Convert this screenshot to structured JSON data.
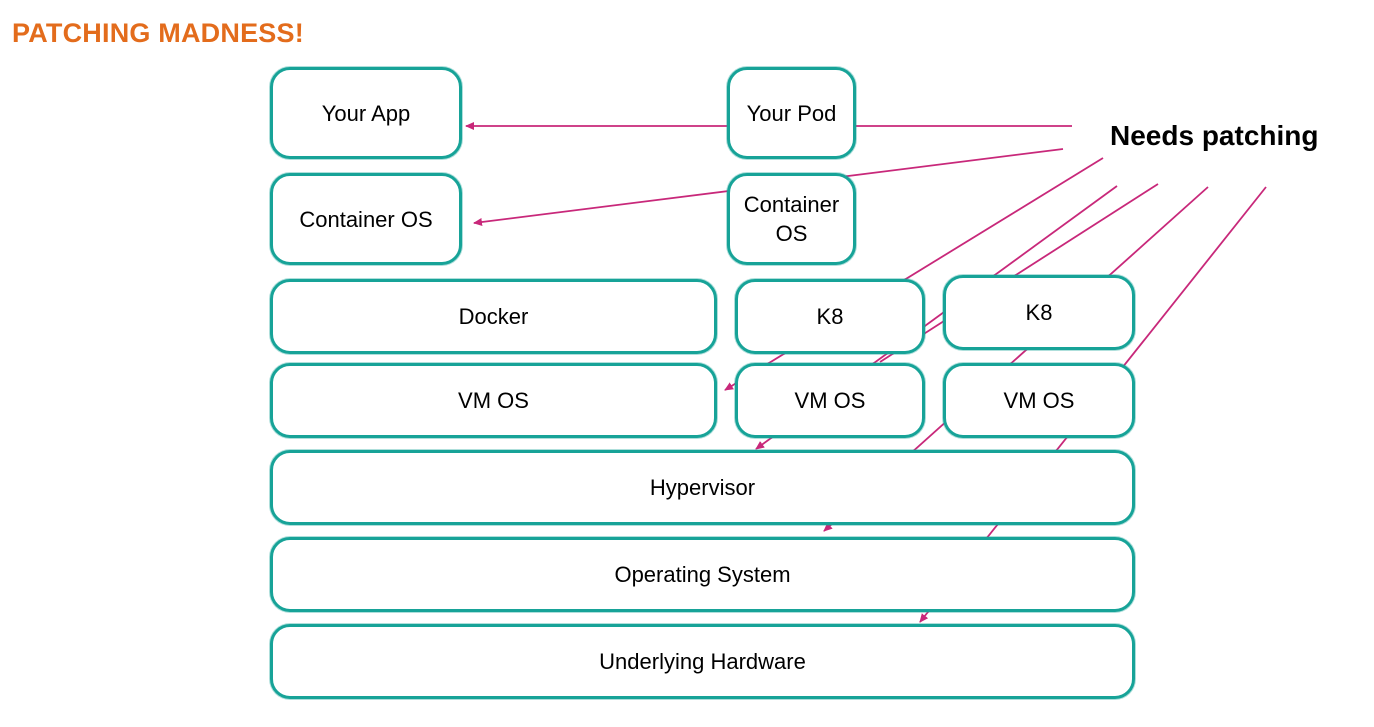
{
  "title": "PATCHING MADNESS!",
  "callout": "Needs patching",
  "colors": {
    "title": "#e36c1c",
    "box_border": "#17a398",
    "arrow": "#c8287a"
  },
  "boxes": {
    "your_app": "Your App",
    "your_pod": "Your Pod",
    "container_os_left": "Container OS",
    "container_os_right_line1": "Container",
    "container_os_right_line2": "OS",
    "docker": "Docker",
    "k8_a": "K8",
    "k8_b": "K8",
    "vm_os_1": "VM OS",
    "vm_os_2": "VM OS",
    "vm_os_3": "VM OS",
    "hypervisor": "Hypervisor",
    "operating_system": "Operating System",
    "underlying_hardware": "Underlying Hardware"
  }
}
